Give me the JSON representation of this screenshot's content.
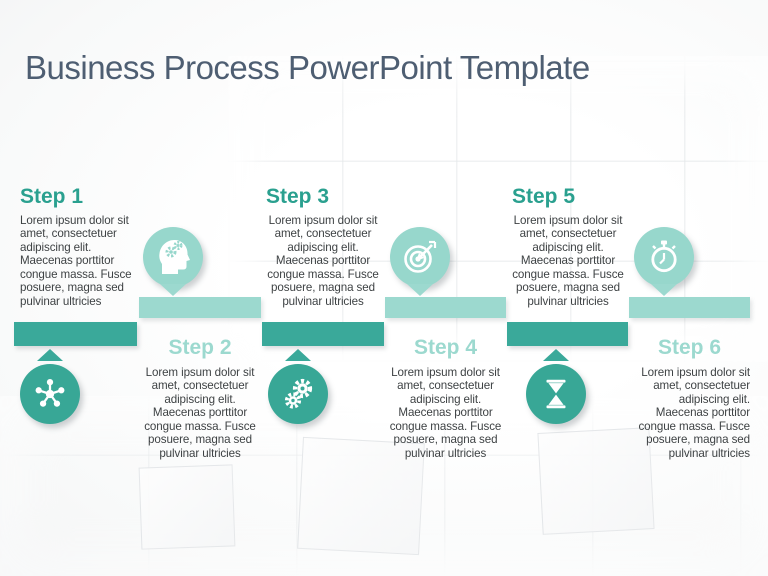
{
  "slide": {
    "title": "Business Process PowerPoint Template",
    "lorem": "Lorem ipsum dolor sit amet, consectetuer adipiscing elit. Maecenas porttitor congue massa. Fusce posuere, magna sed pulvinar ultricies",
    "steps": [
      {
        "label": "Step 1",
        "icon": "network-icon",
        "description": "Lorem ipsum dolor sit amet, consectetuer adipiscing elit. Maecenas porttitor congue massa. Fusce posuere, magna sed pulvinar ultricies"
      },
      {
        "label": "Step 2",
        "icon": "head-gears-icon",
        "description": "Lorem ipsum dolor sit amet, consectetuer adipiscing elit. Maecenas porttitor congue massa. Fusce posuere, magna sed pulvinar ultricies"
      },
      {
        "label": "Step 3",
        "icon": "gears-icon",
        "description": "Lorem ipsum dolor sit amet, consectetuer adipiscing elit. Maecenas porttitor congue massa. Fusce posuere, magna sed pulvinar ultricies"
      },
      {
        "label": "Step 4",
        "icon": "target-icon",
        "description": "Lorem ipsum dolor sit amet, consectetuer adipiscing elit. Maecenas porttitor congue massa. Fusce posuere, magna sed pulvinar ultricies"
      },
      {
        "label": "Step 5",
        "icon": "hourglass-icon",
        "description": "Lorem ipsum dolor sit amet, consectetuer adipiscing elit. Maecenas porttitor congue massa. Fusce posuere, magna sed pulvinar ultricies"
      },
      {
        "label": "Step 6",
        "icon": "stopwatch-icon",
        "description": "Lorem ipsum dolor sit amet, consectetuer adipiscing elit. Maecenas porttitor congue massa. Fusce posuere, magna sed pulvinar ultricies"
      }
    ],
    "colors": {
      "teal_dark": "#38a796",
      "teal_light": "#97d7cc",
      "heading_dark": "#2aa08f",
      "heading_light": "#9cd9cf",
      "title_text": "#4e5e72",
      "body_text": "#3e4244"
    }
  }
}
